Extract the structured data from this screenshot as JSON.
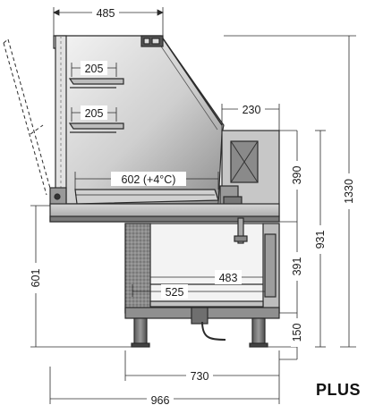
{
  "model_label": "PLUS",
  "dimensions": {
    "top_width": "485",
    "shelf_upper": "205",
    "shelf_lower": "205",
    "rear_box_width": "230",
    "deck_depth": "602 (+4°C)",
    "base_inner_a": "483",
    "base_inner_b": "525",
    "base_width": "730",
    "total_depth": "966",
    "lower_height": "601",
    "upper_right": "390",
    "middle_right": "391",
    "feet_height": "150",
    "cabinet_height": "931",
    "total_height": "1330"
  },
  "colors": {
    "line": "#2b2b2b",
    "steel_dark": "#6f6f6f",
    "steel_mid": "#a9a9a9",
    "glass_light": "#ececec",
    "glass_dark": "#9a9a9a"
  }
}
